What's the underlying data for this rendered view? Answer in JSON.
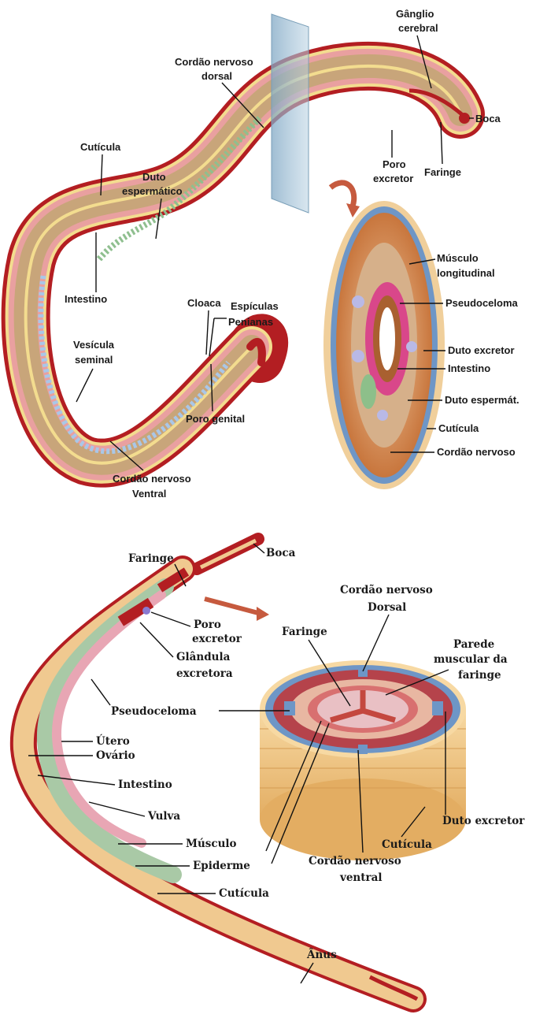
{
  "colors": {
    "cuticle_red": "#b31e22",
    "body_yellow": "#f3dc8f",
    "tissue_pink": "#e9a0a0",
    "cord_orange": "#e8a56c",
    "muscle_brown": "#c8763d",
    "pseudocoel_tan": "#d6b08a",
    "ring_blue": "#6e96c6",
    "plane_blue": "#8fb2cc",
    "arrow_red": "#c65a3e",
    "intestine_green": "#a9c9a6",
    "uterus_pink": "#e8a6b4"
  },
  "figure_top": {
    "labels": {
      "ganglio": [
        "Gânglio",
        "cerebral"
      ],
      "cordao_dorsal": [
        "Cordão nervoso",
        "dorsal"
      ],
      "boca": "Boca",
      "cuticula": "Cutícula",
      "duto_espermatico": [
        "Duto",
        "espermático"
      ],
      "poro_excretor": [
        "Poro",
        "excretor"
      ],
      "faringe": "Faringe",
      "musculo_longitudinal": [
        "Músculo",
        "longitudinal"
      ],
      "intestino_worm": "Intestino",
      "cloaca": "Cloaca",
      "espiculas": [
        "Espículas",
        "Penianas"
      ],
      "pseudoceloma": "Pseudoceloma",
      "vesicula": [
        "Vesícula",
        "seminal"
      ],
      "duto_excretor": "Duto excretor",
      "intestino_cs": "Intestino",
      "poro_genital": "Poro genital",
      "duto_espermat": "Duto espermát.",
      "cuticula_cs": "Cutícula",
      "cordao_ventral": [
        "Cordão nervoso",
        "Ventral"
      ],
      "cordao_nervoso": "Cordão nervoso"
    }
  },
  "figure_bottom": {
    "labels": {
      "boca": "Boca",
      "faringe": "Faringe",
      "cordao_dorsal": [
        "Cordão nervoso",
        "Dorsal"
      ],
      "poro_excretor": [
        "Poro",
        "excretor"
      ],
      "faringe_cs": "Faringe",
      "glandula": [
        "Glândula",
        "excretora"
      ],
      "parede": [
        "Parede",
        "muscular da",
        "faringe"
      ],
      "pseudoceloma": "Pseudoceloma",
      "utero": "Útero",
      "ovario": "Ovário",
      "intestino": "Intestino",
      "vulva": "Vulva",
      "duto_excretor": "Duto excretor",
      "musculo": "Músculo",
      "cuticula_cs": "Cutícula",
      "epiderme": "Epiderme",
      "cordao_ventral": [
        "Cordão nervoso",
        "ventral"
      ],
      "cuticula": "Cutícula",
      "anus": "Ânus"
    }
  }
}
